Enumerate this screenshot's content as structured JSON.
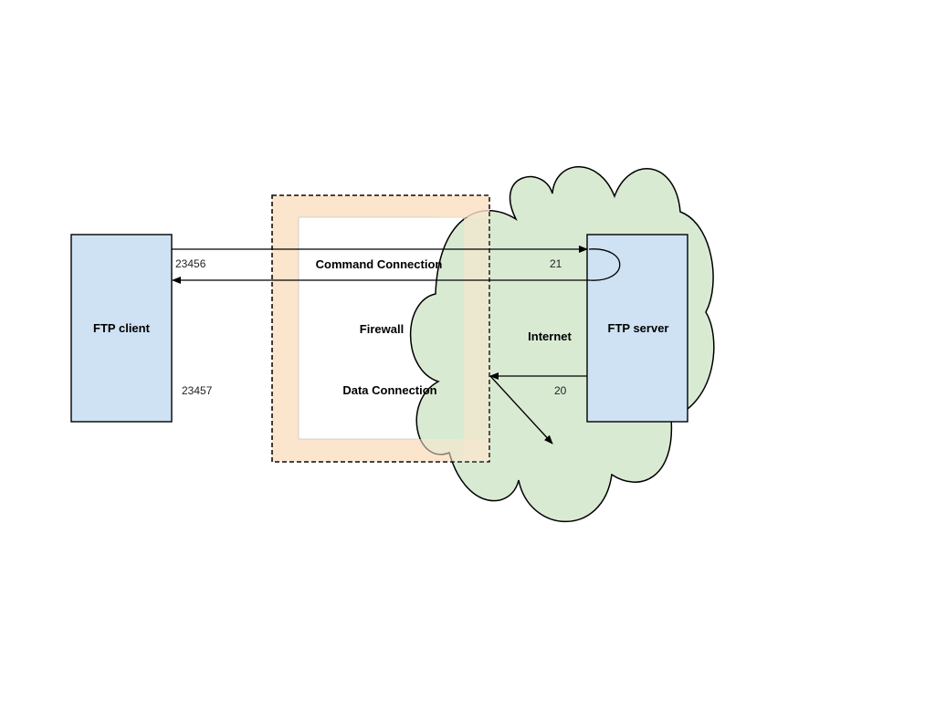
{
  "colors": {
    "host_fill": "#cfe2f3",
    "cloud_fill": "#d9ead3",
    "firewall_fill": "#fce5cd",
    "line": "#000000"
  },
  "nodes": {
    "client_label": "FTP client",
    "server_label": "FTP server",
    "firewall_label": "Firewall",
    "internet_label": "Internet"
  },
  "connections": {
    "command_label": "Command Connection",
    "data_label": "Data Connection"
  },
  "ports": {
    "client_command": "23456",
    "client_data": "23457",
    "server_command": "21",
    "server_data": "20"
  }
}
